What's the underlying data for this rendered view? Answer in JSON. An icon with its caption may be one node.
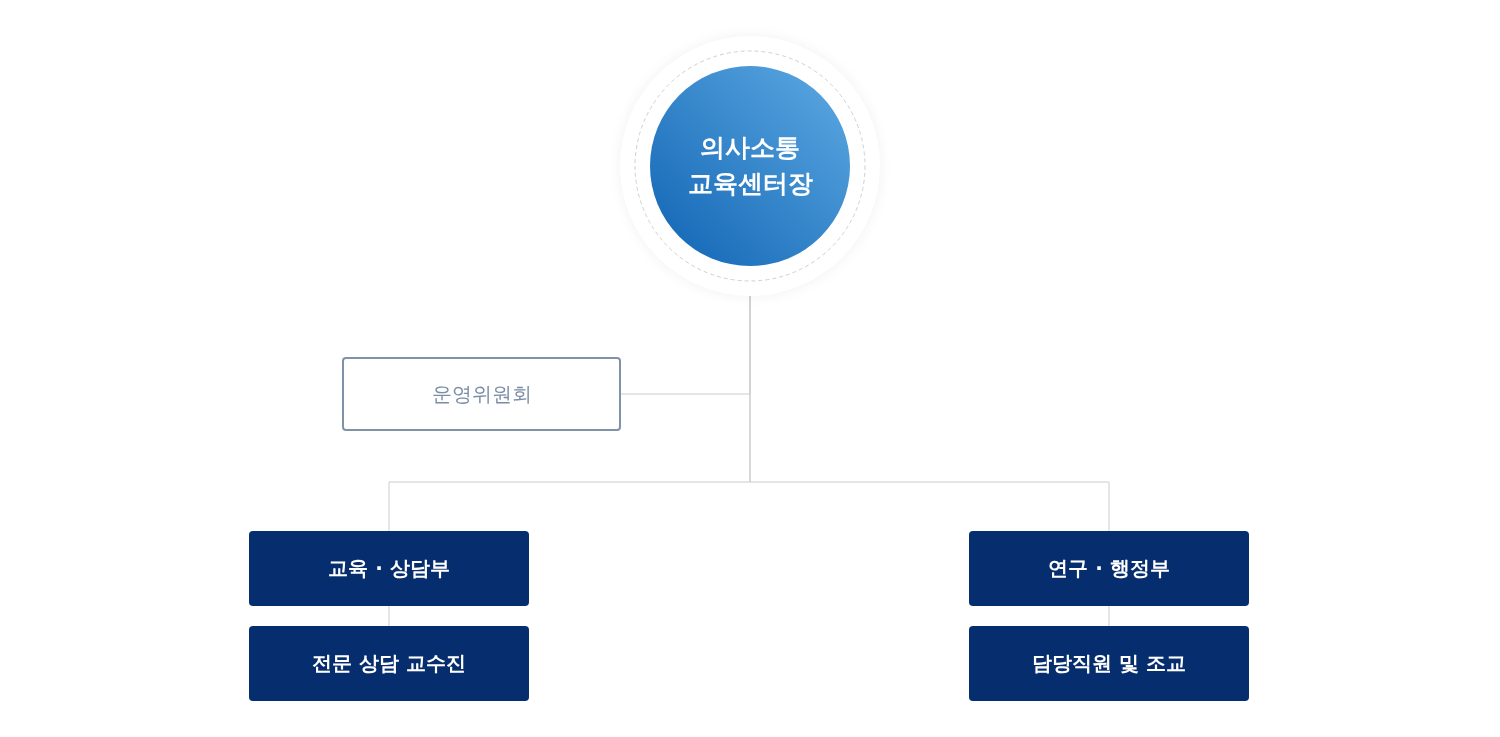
{
  "diagram": {
    "nodes": [
      {
        "text": [
          "의사소통 교육센터장"
        ]
      },
      {
        "text": [
          "운영위원회"
        ]
      },
      {
        "text": [
          "교육 · 상담부"
        ]
      },
      {
        "text": [
          "전문 상담 교수진"
        ]
      },
      {
        "text": [
          "연구 · 행정부"
        ]
      },
      {
        "text": [
          "담당직원 및 조교"
        ]
      }
    ],
    "edges": [
      {
        "from": 0,
        "to": 1,
        "arrow": "none"
      },
      {
        "from": 0,
        "to": 2,
        "arrow": "none"
      },
      {
        "from": 0,
        "to": 4,
        "arrow": "none"
      },
      {
        "from": 2,
        "to": 3,
        "arrow": "none"
      },
      {
        "from": 4,
        "to": 5,
        "arrow": "none"
      }
    ]
  }
}
